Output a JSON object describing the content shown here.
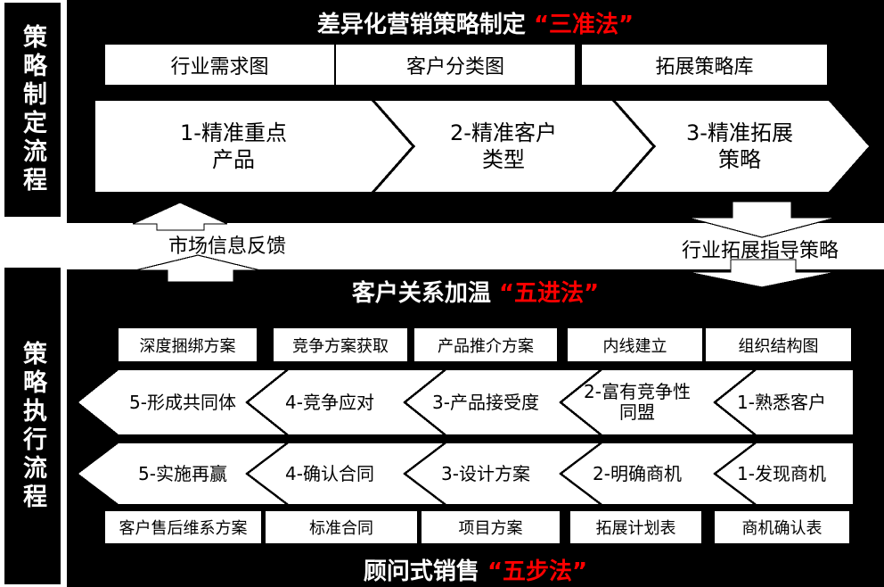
{
  "colors": {
    "black": "#000000",
    "white": "#ffffff",
    "red": "#ff0000"
  },
  "sidebars": {
    "top": "策略制定流程",
    "bottom": "策略执行流程"
  },
  "top_panel": {
    "title": "差异化营销策略制定",
    "title_method": "“三准法”",
    "boxes": [
      "行业需求图",
      "客户分类图",
      "拓展策略库"
    ],
    "steps": [
      "1-精准重点\n产品",
      "2-精准客户\n类型",
      "3-精准拓展\n策略"
    ]
  },
  "connectors": {
    "left_label": "市场信息反馈",
    "right_label": "行业拓展指导策略"
  },
  "bottom_panel": {
    "title": "客户关系加温",
    "title_method": "“五进法”",
    "tool_boxes": [
      "深度捆绑方案",
      "竞争方案获取",
      "产品推介方案",
      "内线建立",
      "组织结构图"
    ],
    "relationship_steps": [
      "5-形成共同体",
      "4-竞争应对",
      "3-产品接受度",
      "2-富有竞争性\n同盟",
      "1-熟悉客户"
    ],
    "sales_steps": [
      "5-实施再赢",
      "4-确认合同",
      "3-设计方案",
      "2-明确商机",
      "1-发现商机"
    ],
    "deliverable_boxes": [
      "客户售后维系方案",
      "标准合同",
      "项目方案",
      "拓展计划表",
      "商机确认表"
    ],
    "footer_title": "顾问式销售",
    "footer_method": "“五步法”"
  }
}
